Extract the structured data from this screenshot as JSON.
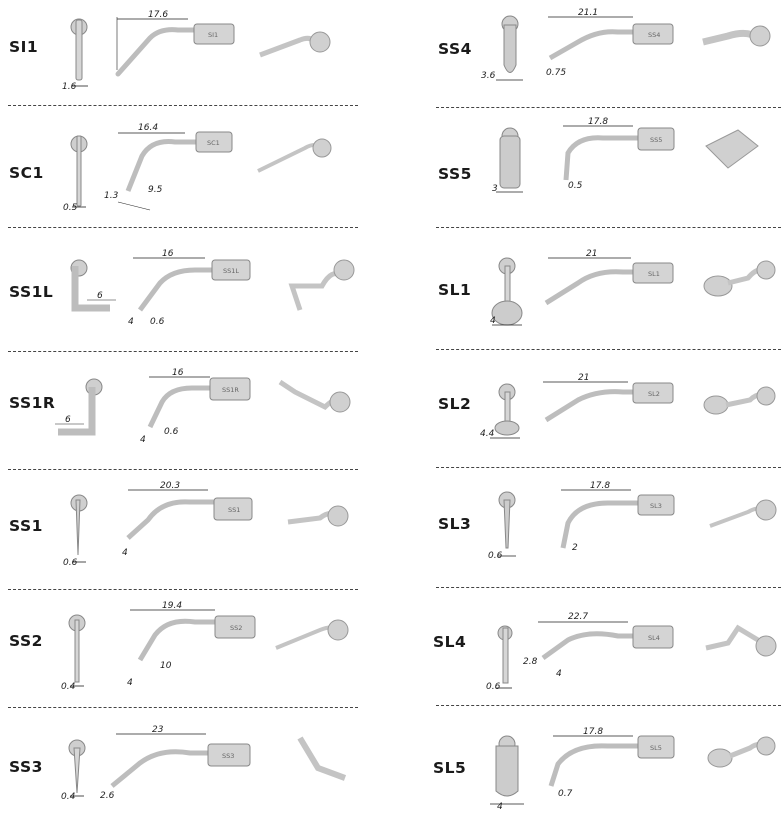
{
  "tips": {
    "left": [
      {
        "code": "SI1",
        "label": "SI1",
        "dims": [
          "17.6",
          "1.6"
        ]
      },
      {
        "code": "SC1",
        "label": "SC1",
        "dims": [
          "16.4",
          "1.3",
          "9.5",
          "0.5"
        ]
      },
      {
        "code": "SS1L",
        "label": "SS1L",
        "dims": [
          "16",
          "4",
          "0.6",
          "6"
        ]
      },
      {
        "code": "SS1R",
        "label": "SS1R",
        "dims": [
          "16",
          "4",
          "0.6",
          "6"
        ]
      },
      {
        "code": "SS1",
        "label": "SS1",
        "dims": [
          "20.3",
          "4",
          "0.6"
        ]
      },
      {
        "code": "SS2",
        "label": "SS2",
        "dims": [
          "19.4",
          "4",
          "10",
          "0.4"
        ]
      },
      {
        "code": "SS3",
        "label": "SS3",
        "dims": [
          "23",
          "2.6",
          "0.4"
        ]
      }
    ],
    "right": [
      {
        "code": "SS4",
        "label": "SS4",
        "dims": [
          "21.1",
          "0.75",
          "3.6"
        ]
      },
      {
        "code": "SS5",
        "label": "SS5",
        "dims": [
          "17.8",
          "0.5",
          "3"
        ]
      },
      {
        "code": "SL1",
        "label": "SL1",
        "dims": [
          "21",
          "4"
        ]
      },
      {
        "code": "SL2",
        "label": "SL2",
        "dims": [
          "21",
          "4.4"
        ]
      },
      {
        "code": "SL3",
        "label": "SL3",
        "dims": [
          "17.8",
          "2",
          "0.6"
        ]
      },
      {
        "code": "SL4",
        "label": "SL4",
        "dims": [
          "22.7",
          "2.8",
          "4",
          "0.6"
        ]
      },
      {
        "code": "SL5",
        "label": "SL5",
        "dims": [
          "17.8",
          "0.7",
          "4"
        ]
      }
    ]
  }
}
